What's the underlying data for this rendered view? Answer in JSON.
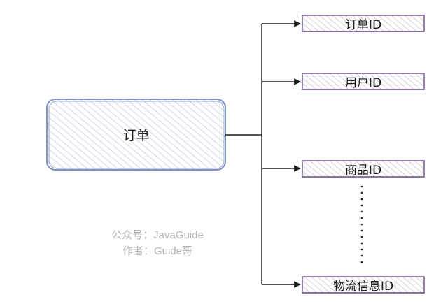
{
  "diagram": {
    "root": {
      "label": "订单"
    },
    "fields": [
      {
        "label": "订单ID"
      },
      {
        "label": "用户ID"
      },
      {
        "label": "商品ID"
      },
      {
        "label": "物流信息ID"
      }
    ],
    "colors": {
      "root_fill": "#dde3ef",
      "root_border": "#7f93c4",
      "field_fill": "#e6dcee",
      "field_border": "#8f74a8",
      "line": "#1a1a1a"
    }
  },
  "watermark": {
    "line1": "公众号：JavaGuide",
    "line2": "作者：Guide哥"
  }
}
